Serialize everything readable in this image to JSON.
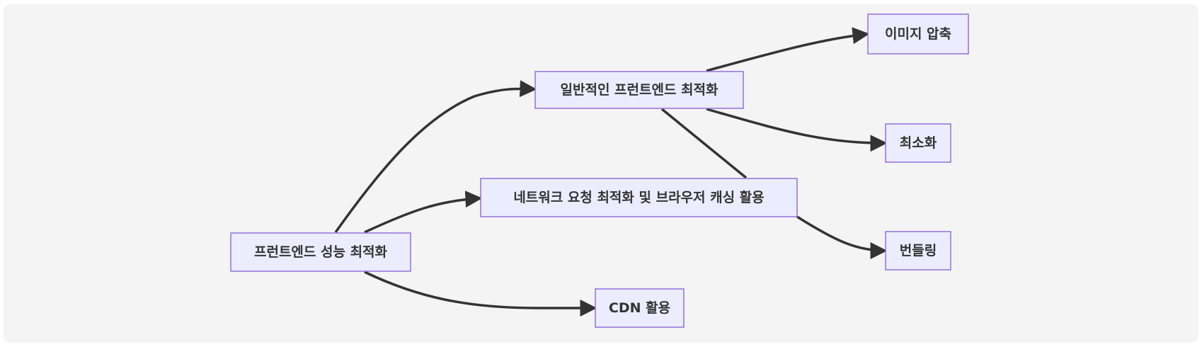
{
  "diagram": {
    "type": "flowchart",
    "colors": {
      "node_fill": "#ECECFF",
      "node_stroke": "#9370DB",
      "edge": "#333333",
      "text": "#333333",
      "background": "#F4F4F5"
    },
    "nodes": [
      {
        "id": "root",
        "label": "프런트엔드 성능 최적화"
      },
      {
        "id": "general",
        "label": "일반적인 프런트엔드 최적화"
      },
      {
        "id": "network",
        "label": "네트워크 요청 최적화 및 브라우저 캐싱 활용"
      },
      {
        "id": "cdn",
        "label": "CDN 활용"
      },
      {
        "id": "image",
        "label": "이미지 압축"
      },
      {
        "id": "minify",
        "label": "최소화"
      },
      {
        "id": "bundle",
        "label": "번들링"
      }
    ],
    "edges": [
      {
        "from": "root",
        "to": "general"
      },
      {
        "from": "root",
        "to": "network"
      },
      {
        "from": "root",
        "to": "cdn"
      },
      {
        "from": "general",
        "to": "image"
      },
      {
        "from": "general",
        "to": "minify"
      },
      {
        "from": "general",
        "to": "bundle"
      }
    ]
  }
}
